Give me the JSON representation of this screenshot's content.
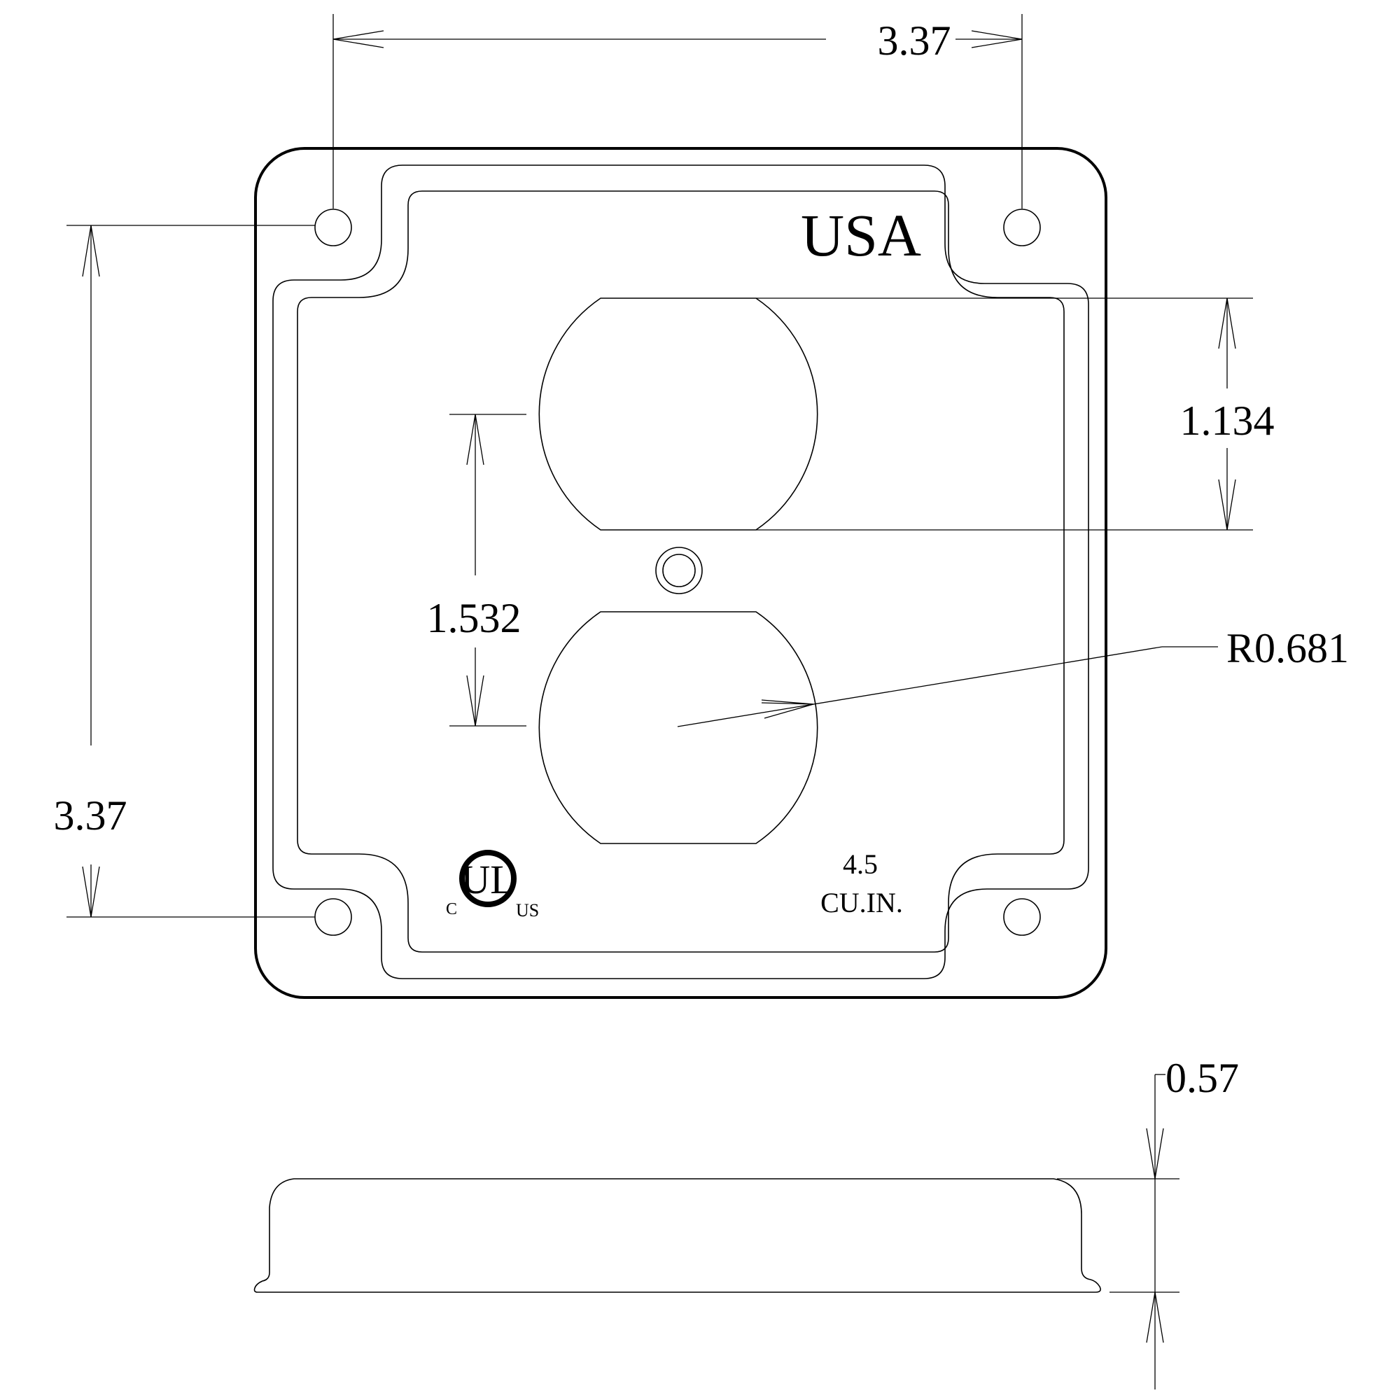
{
  "diagram": {
    "plate_text": "USA",
    "capacity_value": "4.5",
    "capacity_unit": "CU.IN.",
    "ul_mark": {
      "letters": "UL",
      "left_label": "C",
      "right_label": "US"
    },
    "dimensions": {
      "top_width": "3.37",
      "left_height": "3.37",
      "opening_height": "1.134",
      "opening_spacing": "1.532",
      "opening_radius": "R0.681",
      "side_depth": "0.57"
    }
  }
}
